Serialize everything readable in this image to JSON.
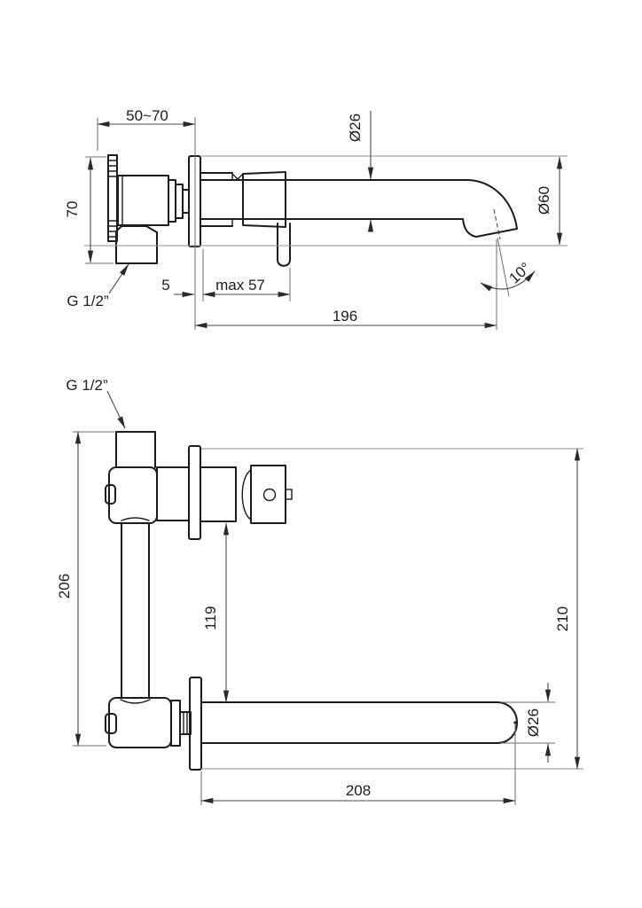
{
  "drawing": {
    "top_view": {
      "embed_depth": "50~70",
      "spout_diameter": "Ø26",
      "body_height": "70",
      "escutcheon_diameter": "Ø60",
      "thread_label": "G 1/2”",
      "plate_offset": "5",
      "handle_projection": "max 57",
      "spout_length": "196",
      "outlet_angle": "10°"
    },
    "front_view": {
      "thread_label": "G 1/2”",
      "body_height": "206",
      "unit_spacing": "119",
      "overall_height": "210",
      "spout_diameter": "Ø26",
      "spout_length": "208"
    }
  }
}
